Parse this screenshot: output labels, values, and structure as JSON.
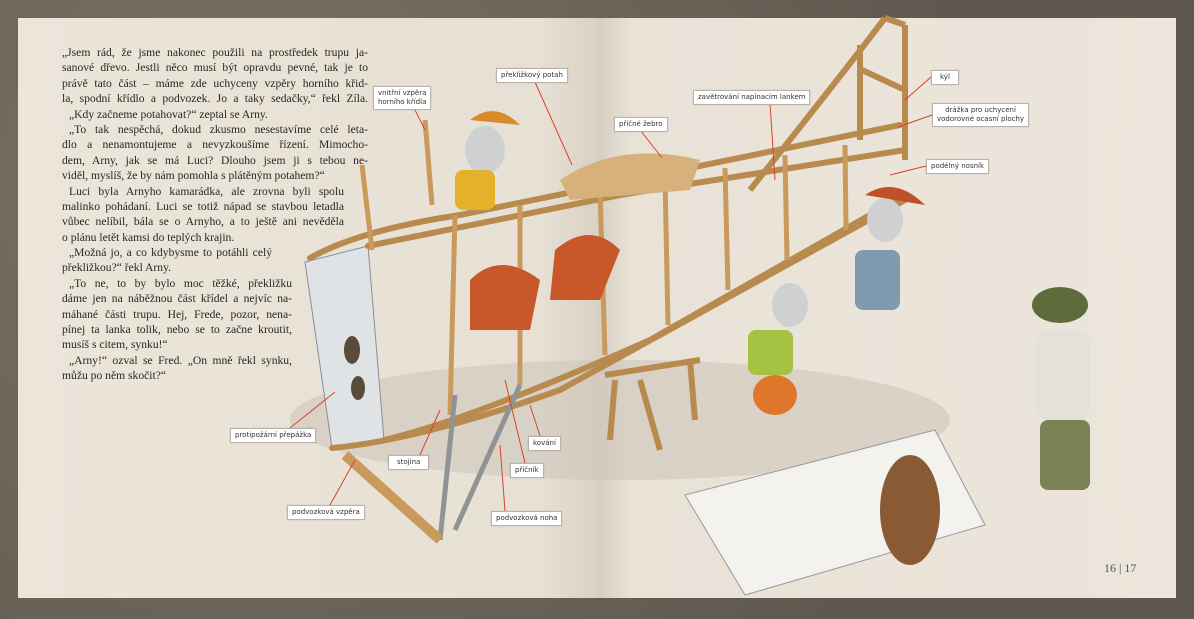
{
  "text_lines": [
    "„Jsem rád, že jsme nakonec použili na prostředek trupu ja-",
    "sanové dřevo. Jestli něco musí být opravdu pevné, tak je to",
    "právě tato část – máme zde uchyceny vzpěry horního křid-",
    "la, spodní křídlo a podvozek. Jo a taky sedačky,“ řekl Zíla.",
    "„Kdy začneme potahovat?“ zeptal se Arny.",
    "„To tak nespěchá, dokud zkusmo nesestavíme celé leta-",
    "dlo a nenamontujeme a nevyzkoušíme řízení. Mimocho-",
    "dem, Arny, jak se má Luci? Dlouho jsem ji s tebou ne-",
    "viděl, myslíš, že by nám pomohla s plátěným potahem?“",
    "Luci byla Arnyho kamarádka, ale zrovna byli spolu",
    "malinko pohádaní. Luci se totiž nápad se stavbou letadla",
    "vůbec nelíbil, bála se o Arnyho, a to ještě ani nevěděla",
    "o plánu letět kamsi do teplých krajin.",
    "„Možná jo, a co kdybysme to potáhli celý",
    "překližkou?“ řekl Arny.",
    "„To ne, to by bylo moc těžké, překližku",
    "dáme jen na náběžnou část křídel a nejvíc na-",
    "máhané části trupu. Hej, Frede, pozor, nena-",
    "pínej ta lanka tolik, nebo se to začne kroutit,",
    "musíš s citem, synku!“",
    "„Arny!“ ozval se Fred. „On mně řekl synku,",
    "můžu po něm skočit?“"
  ],
  "labels": {
    "inner_strut": [
      "vnitřní vzpěra",
      "horního křídla"
    ],
    "plywood_skin": "překližkový potah",
    "cross_rib": "příčné žebro",
    "bracing": "zavětrování napínacím lankem",
    "keel": "kýl",
    "groove": [
      "drážka pro uchycení",
      "vodorovné ocasní plochy"
    ],
    "longeron": "podélný nosník",
    "firewall": "protipožární přepážka",
    "post": "stojina",
    "fitting": "kování",
    "crossbar": "příčník",
    "gear_strut": "podvozková vzpěra",
    "gear_leg": "podvozková noha"
  },
  "page_number": "16 | 17",
  "colors": {
    "leader": "#d9422b",
    "wood": "#c99a5b",
    "paper": "#e9e2d7"
  }
}
